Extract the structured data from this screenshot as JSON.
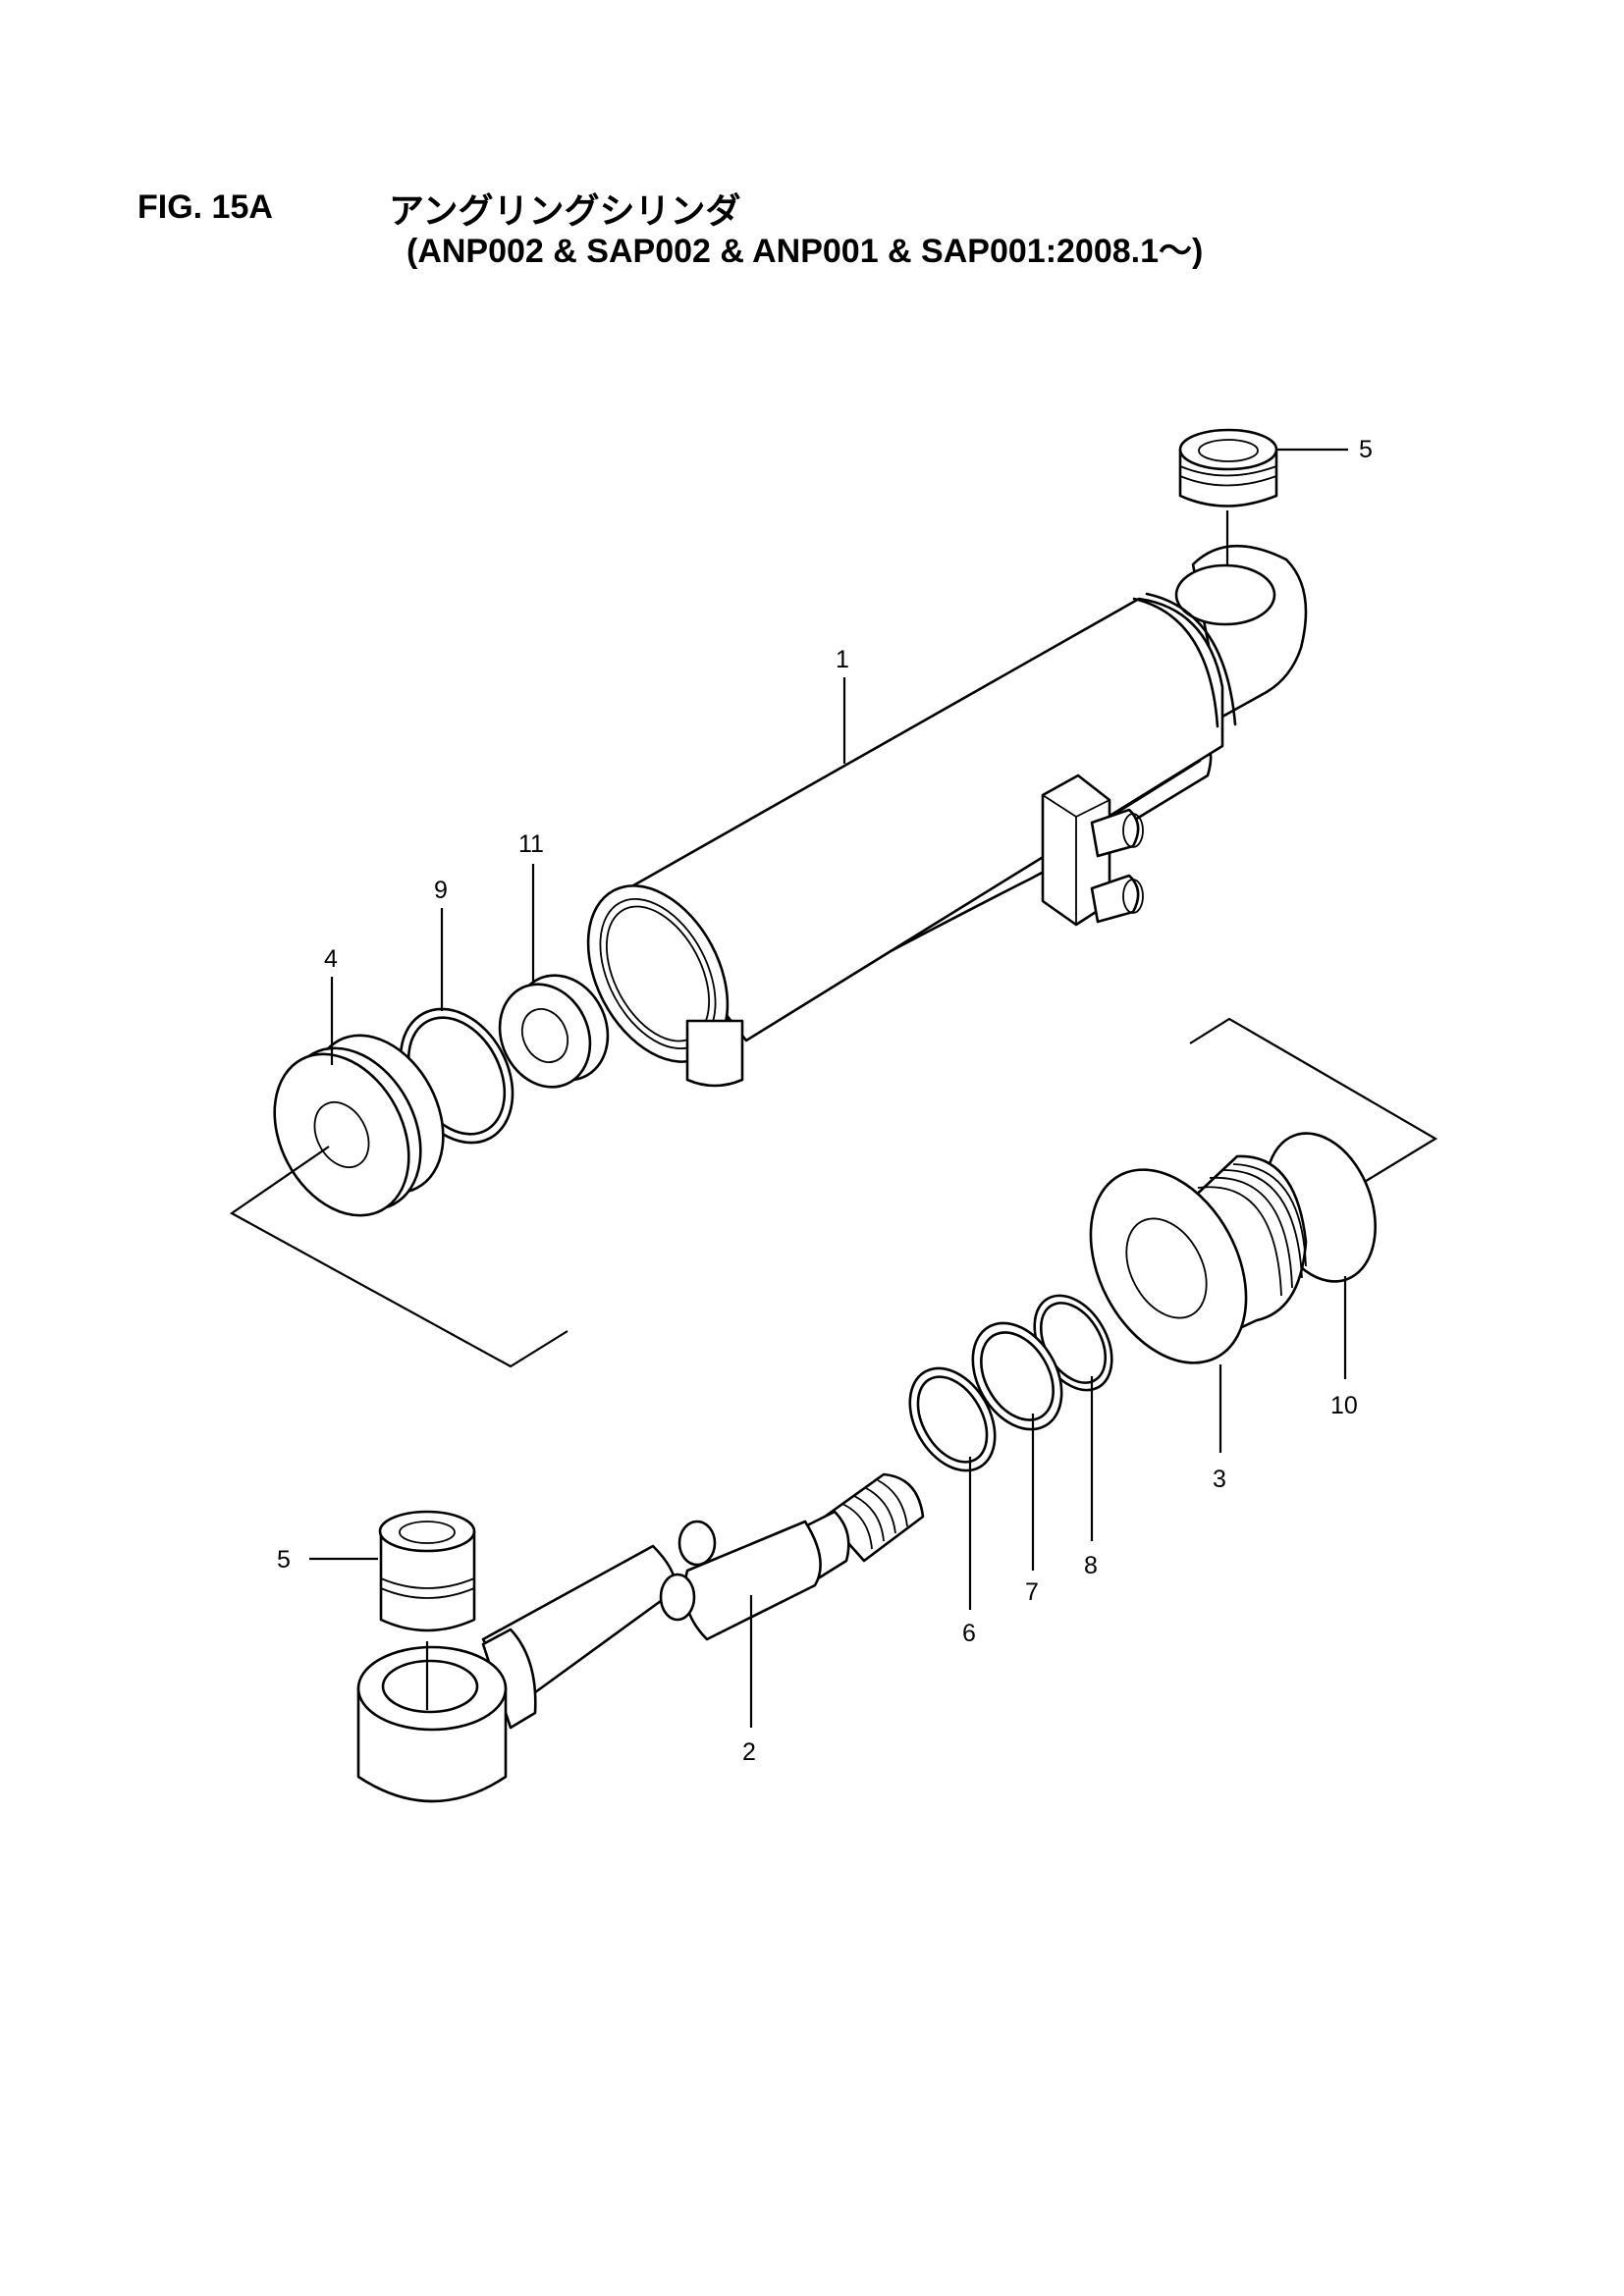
{
  "header": {
    "fig_number": "FIG. 15A",
    "title": "アングリングシリンダ",
    "subtitle": "(ANP002 & SAP002 & ANP001 & SAP001:2008.1～)"
  },
  "callouts": {
    "p1": "1",
    "p2": "2",
    "p3": "3",
    "p4": "4",
    "p5_top": "5",
    "p5_bottom": "5",
    "p6": "6",
    "p7": "7",
    "p8": "8",
    "p9": "9",
    "p10": "10",
    "p11": "11"
  }
}
